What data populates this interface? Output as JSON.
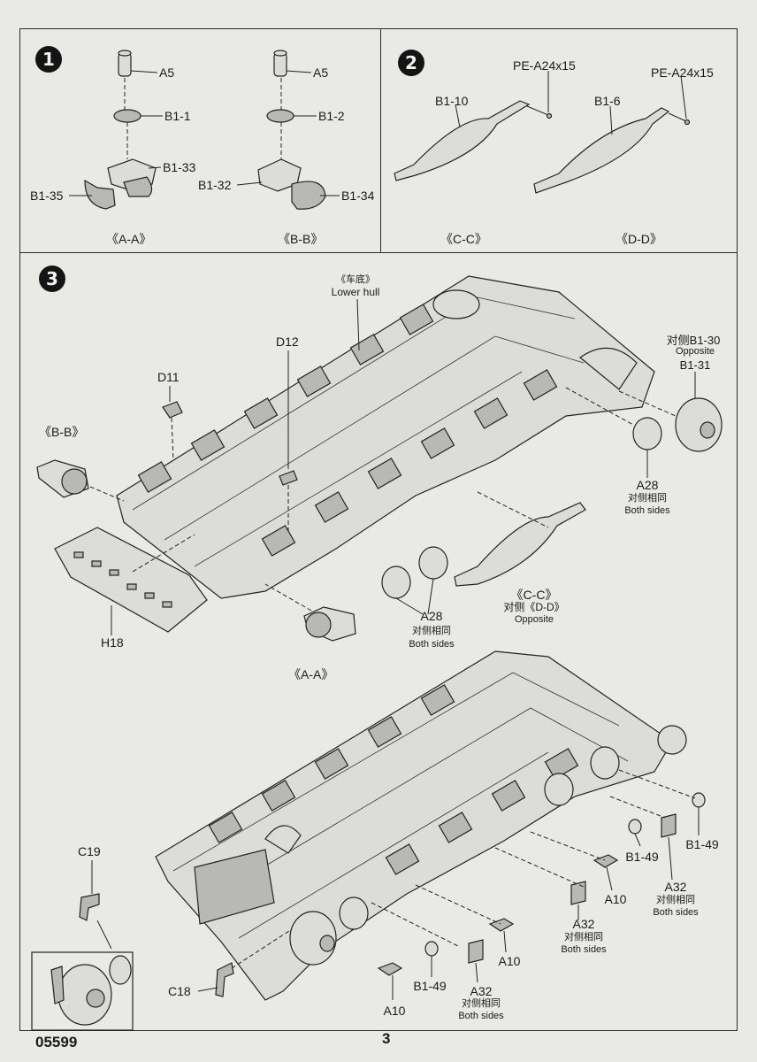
{
  "footer": {
    "code": "05599",
    "page": "3"
  },
  "steps": [
    {
      "number": "1",
      "labels": {
        "a5_left": "A5",
        "b1_1": "B1-1",
        "b1_33": "B1-33",
        "b1_35": "B1-35",
        "a5_right": "A5",
        "b1_2": "B1-2",
        "b1_32": "B1-32",
        "b1_34": "B1-34",
        "sub_aa": "《A-A》",
        "sub_bb": "《B-B》"
      }
    },
    {
      "number": "2",
      "labels": {
        "b1_10": "B1-10",
        "pe_left": "PE-A24x15",
        "b1_6": "B1-6",
        "pe_right": "PE-A24x15",
        "sub_cc": "《C-C》",
        "sub_dd": "《D-D》"
      }
    },
    {
      "number": "3",
      "labels": {
        "lower_hull_cn": "《车底》",
        "lower_hull_en": "Lower hull",
        "d12": "D12",
        "d11": "D11",
        "bb": "《B-B》",
        "opposite_cn_b130": "对侧B1-30",
        "opposite_en": "Opposite",
        "b1_31": "B1-31",
        "a28_right": "A28",
        "both_cn_right": "对侧相同",
        "both_en_right": "Both sides",
        "h18": "H18",
        "aa": "《A-A》",
        "a28_mid": "A28",
        "both_cn_mid": "对侧相同",
        "both_en_mid": "Both sides",
        "cc": "《C-C》",
        "opp_dd_cn": "对侧《D-D》",
        "opp_dd_en": "Opposite",
        "c19": "C19",
        "c18": "C18",
        "b1_49_a": "B1-49",
        "b1_49_b": "B1-49",
        "b1_49_c": "B1-49",
        "a32_a": "A32",
        "a32_a_cn": "对侧相同",
        "a32_a_en": "Both sides",
        "a32_b": "A32",
        "a32_b_cn": "对侧相同",
        "a32_b_en": "Both sides",
        "a32_c": "A32",
        "a32_c_cn": "对侧相同",
        "a32_c_en": "Both sides",
        "a10_a": "A10",
        "a10_b": "A10",
        "a10_c": "A10"
      }
    }
  ]
}
